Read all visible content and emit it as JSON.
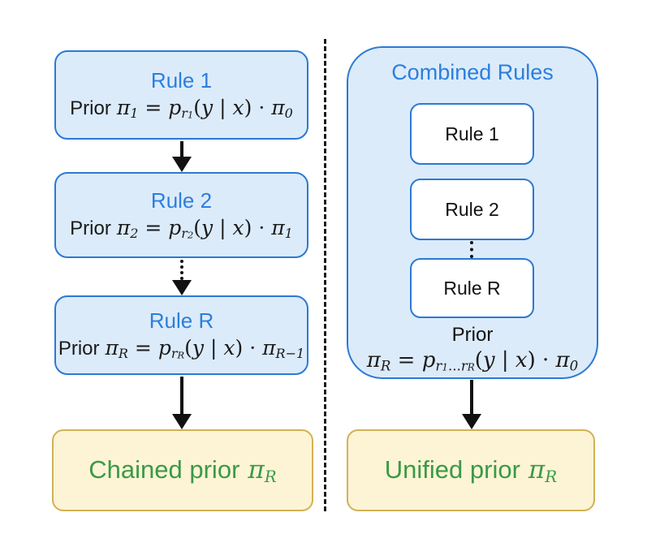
{
  "colors": {
    "blue_fill": "#dcebfa",
    "blue_border": "#2b7ad2",
    "blue_text": "#2b7fdd",
    "gold_fill": "#fdf4d5",
    "gold_border": "#d2b155",
    "green_text": "#3a9a47",
    "black": "#1a1a1a"
  },
  "left": {
    "rule1": {
      "title": "Rule 1",
      "prior_label": "Prior",
      "formula": [
        {
          "t": "π",
          "i": 1
        },
        {
          "t": "1",
          "i": 1,
          "s": 1
        },
        {
          "t": " = "
        },
        {
          "t": "p",
          "i": 1
        },
        {
          "t": "r",
          "i": 1,
          "s": 1
        },
        {
          "t": "1",
          "i": 1,
          "s": 2
        },
        {
          "t": "("
        },
        {
          "t": "y",
          "i": 1
        },
        {
          "t": " | "
        },
        {
          "t": "x",
          "i": 1
        },
        {
          "t": ")"
        },
        {
          "t": " · "
        },
        {
          "t": "π",
          "i": 1
        },
        {
          "t": "0",
          "i": 1,
          "s": 1
        }
      ]
    },
    "rule2": {
      "title": "Rule 2",
      "prior_label": "Prior",
      "formula": [
        {
          "t": "π",
          "i": 1
        },
        {
          "t": "2",
          "i": 1,
          "s": 1
        },
        {
          "t": " = "
        },
        {
          "t": "p",
          "i": 1
        },
        {
          "t": "r",
          "i": 1,
          "s": 1
        },
        {
          "t": "2",
          "i": 1,
          "s": 2
        },
        {
          "t": "("
        },
        {
          "t": "y",
          "i": 1
        },
        {
          "t": " | "
        },
        {
          "t": "x",
          "i": 1
        },
        {
          "t": ")"
        },
        {
          "t": " · "
        },
        {
          "t": "π",
          "i": 1
        },
        {
          "t": "1",
          "i": 1,
          "s": 1
        }
      ]
    },
    "ruleR": {
      "title": "Rule R",
      "prior_label": "Prior",
      "formula": [
        {
          "t": "π",
          "i": 1
        },
        {
          "t": "R",
          "i": 1,
          "s": 1
        },
        {
          "t": " = "
        },
        {
          "t": "p",
          "i": 1
        },
        {
          "t": "r",
          "i": 1,
          "s": 1
        },
        {
          "t": "R",
          "i": 1,
          "s": 2
        },
        {
          "t": "("
        },
        {
          "t": "y",
          "i": 1
        },
        {
          "t": " | "
        },
        {
          "t": "x",
          "i": 1
        },
        {
          "t": ")"
        },
        {
          "t": " · "
        },
        {
          "t": "π",
          "i": 1
        },
        {
          "t": "R−1",
          "i": 1,
          "s": 1
        }
      ]
    },
    "result": {
      "label": "Chained prior",
      "formula": [
        {
          "t": "π",
          "i": 1
        },
        {
          "t": "R",
          "i": 1,
          "s": 1
        }
      ]
    }
  },
  "right": {
    "container_title": "Combined Rules",
    "rules": [
      "Rule 1",
      "Rule 2",
      "Rule R"
    ],
    "prior_label": "Prior",
    "formula": [
      {
        "t": "π",
        "i": 1
      },
      {
        "t": "R",
        "i": 1,
        "s": 1
      },
      {
        "t": " = "
      },
      {
        "t": "p",
        "i": 1
      },
      {
        "t": "r",
        "i": 1,
        "s": 1
      },
      {
        "t": "1",
        "i": 1,
        "s": 2
      },
      {
        "t": "...",
        "s": 1
      },
      {
        "t": "r",
        "i": 1,
        "s": 1
      },
      {
        "t": "R",
        "i": 1,
        "s": 2
      },
      {
        "t": "("
      },
      {
        "t": "y",
        "i": 1
      },
      {
        "t": " | "
      },
      {
        "t": "x",
        "i": 1
      },
      {
        "t": ")"
      },
      {
        "t": " · "
      },
      {
        "t": "π",
        "i": 1
      },
      {
        "t": "0",
        "i": 1,
        "s": 1
      }
    ],
    "result": {
      "label": "Unified prior",
      "formula": [
        {
          "t": "π",
          "i": 1
        },
        {
          "t": "R",
          "i": 1,
          "s": 1
        }
      ]
    }
  }
}
